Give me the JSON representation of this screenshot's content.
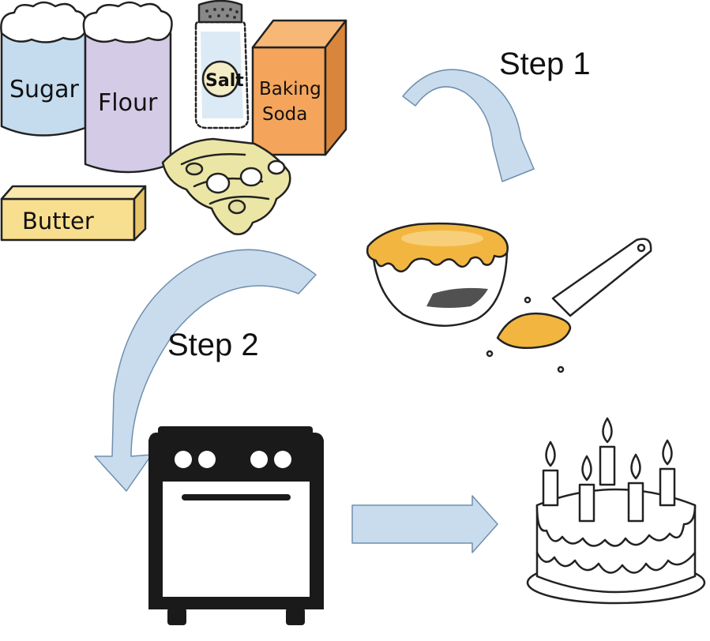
{
  "ingredients": {
    "sugar": "Sugar",
    "flour": "Flour",
    "salt": "Salt",
    "baking_soda_line1": "Baking",
    "baking_soda_line2": "Soda",
    "butter": "Butter"
  },
  "steps": {
    "step1": "Step 1",
    "step2": "Step 2"
  },
  "colors": {
    "arrow_fill": "#c9dced",
    "sugar_jar": "#c5dcef",
    "flour_jar": "#d4cbe6",
    "baking_soda_box": "#f4a55b",
    "butter": "#f8de8f",
    "egg_carton": "#ece6a6",
    "batter": "#f2b640",
    "oven": "#1a1a1a"
  }
}
